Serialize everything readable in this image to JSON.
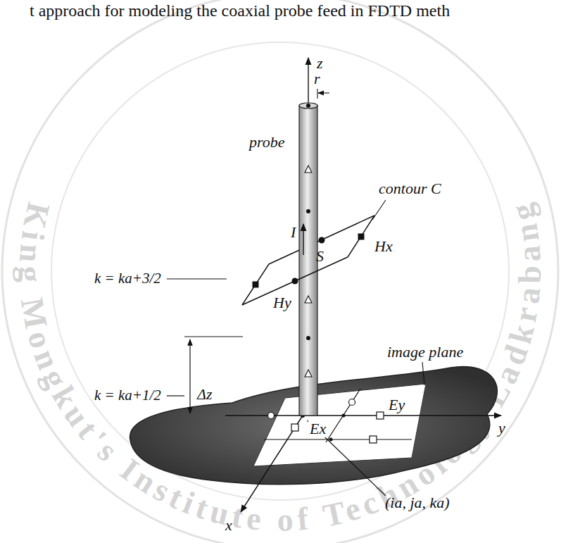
{
  "diagram": {
    "labels": [
      "t approach for modeling the coaxial probe feed in FDTD meth",
      "z",
      "r",
      "probe",
      "contour C",
      "I",
      "S",
      "Hx",
      "Hy",
      "k = ka+3/2",
      "k = ka+1/2",
      "Δz",
      "image plane",
      "Ey",
      "Ex",
      "(ia, ja, ka)",
      "y",
      "x",
      "King Mongkut's Institute of Technology Ladkrabang"
    ]
  }
}
